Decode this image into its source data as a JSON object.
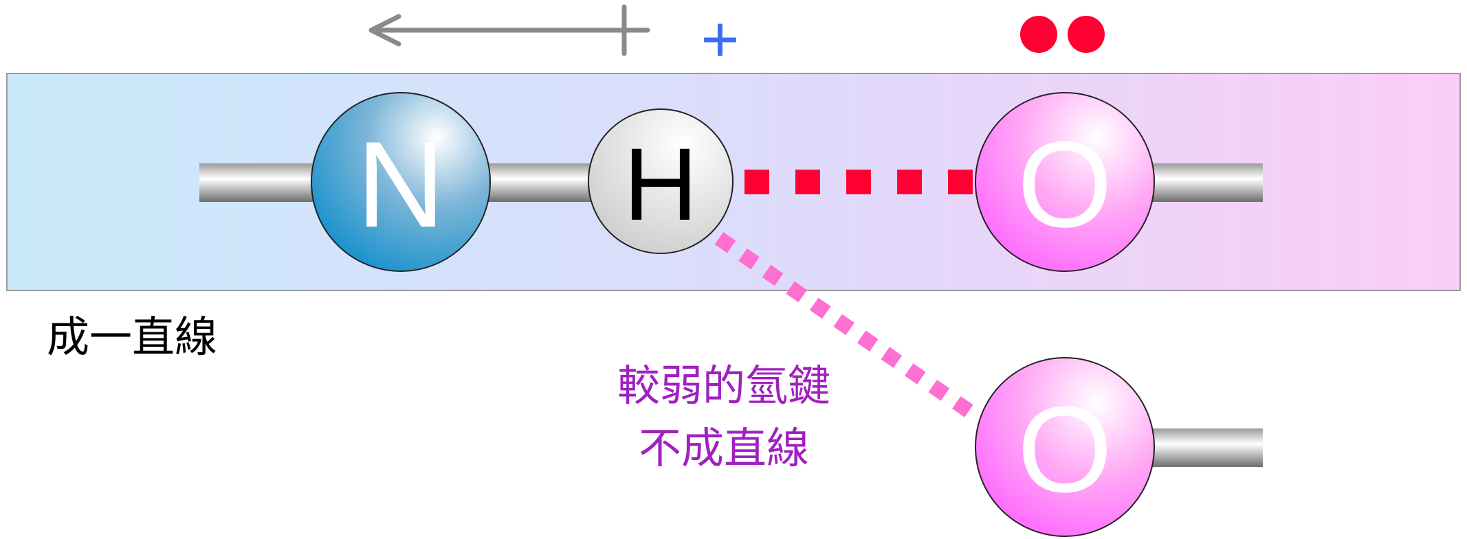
{
  "colors": {
    "band_left": "#c9eafb",
    "band_mid": "#dcdcfb",
    "band_right": "#fbcdf7",
    "band_border": "#9a9a9a",
    "nitrogen_base": "#1390cc",
    "hydrogen_base": "#c8c8c8",
    "oxygen_base": "#ff66ff",
    "h_bond_strong": "#ff0033",
    "h_bond_weak": "#ff6fd0",
    "lone_pair": "#ff0033",
    "dipole_arrow": "#8a8a8a",
    "plus_sign": "#3a6df0",
    "weak_label": "#a020c0",
    "linear_label": "#000000"
  },
  "atoms": {
    "nitrogen": {
      "symbol": "N"
    },
    "hydrogen": {
      "symbol": "H"
    },
    "oxygen_linear": {
      "symbol": "O"
    },
    "oxygen_bent": {
      "symbol": "O"
    }
  },
  "symbols": {
    "partial_positive": "+"
  },
  "labels": {
    "linear": "成一直線",
    "weak_line1": "較弱的氫鍵",
    "weak_line2": "不成直線"
  },
  "icons": {
    "dipole": "arrow-left-with-cross-icon",
    "lone_pair": "two-dots-icon"
  }
}
